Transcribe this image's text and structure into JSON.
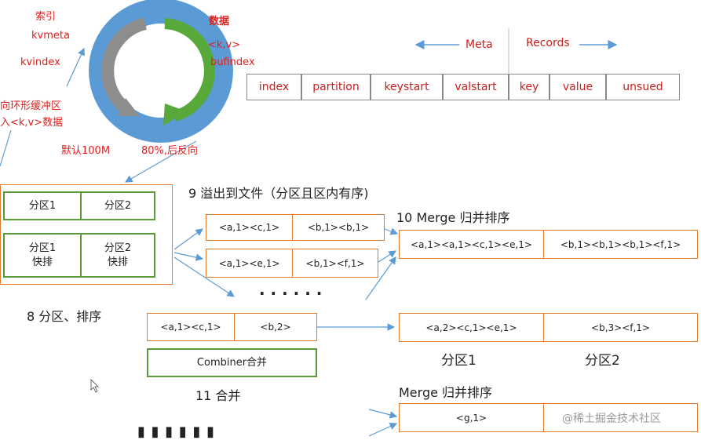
{
  "ring": {
    "index_label": "索引",
    "kvmeta": "kvmeta",
    "kvindex": "kvindex",
    "data_label": "数据",
    "kv": "<k,v>",
    "bufindex": "bufindex",
    "write_line1": "向环形缓冲区",
    "write_line2": "入<k,v>数据",
    "default_size": "默认100M",
    "threshold": "80%,后反向"
  },
  "meta_table": {
    "meta_label": "Meta",
    "records_label": "Records",
    "cells": [
      "index",
      "partition",
      "keystart",
      "valstart",
      "key",
      "value",
      "unsued"
    ]
  },
  "partition_box": {
    "row1": [
      "分区1",
      "分区2"
    ],
    "row2_line1": [
      "分区1",
      "分区2"
    ],
    "row2_line2": [
      "快排",
      "快排"
    ]
  },
  "labels": {
    "step8": "8 分区、排序",
    "step9": "9 溢出到文件（分区且区内有序)",
    "step10": "10 Merge 归并排序",
    "step11": "11 合并",
    "merge2": "Merge 归并排序",
    "dots": "· · ·   · · ·",
    "dots_bottom": "▮ ▮ ▮   ▮ ▮ ▮"
  },
  "spill": {
    "file1": [
      "<a,1><c,1>",
      "<b,1><b,1>"
    ],
    "file2": [
      "<a,1><e,1>",
      "<b,1><f,1>"
    ]
  },
  "merge_result": [
    "<a,1><a,1><c,1><e,1>",
    "<b,1><b,1><b,1><f,1>"
  ],
  "combiner": {
    "cells": [
      "<a,1><c,1>",
      "<b,2>"
    ],
    "label": "Combiner合并"
  },
  "combined_result": [
    "<a,2><c,1><e,1>",
    "<b,3><f,1>"
  ],
  "partition_names": [
    "分区1",
    "分区2"
  ],
  "final": {
    "cell": "<g,1>"
  },
  "watermark": "@稀土掘金技术社区"
}
